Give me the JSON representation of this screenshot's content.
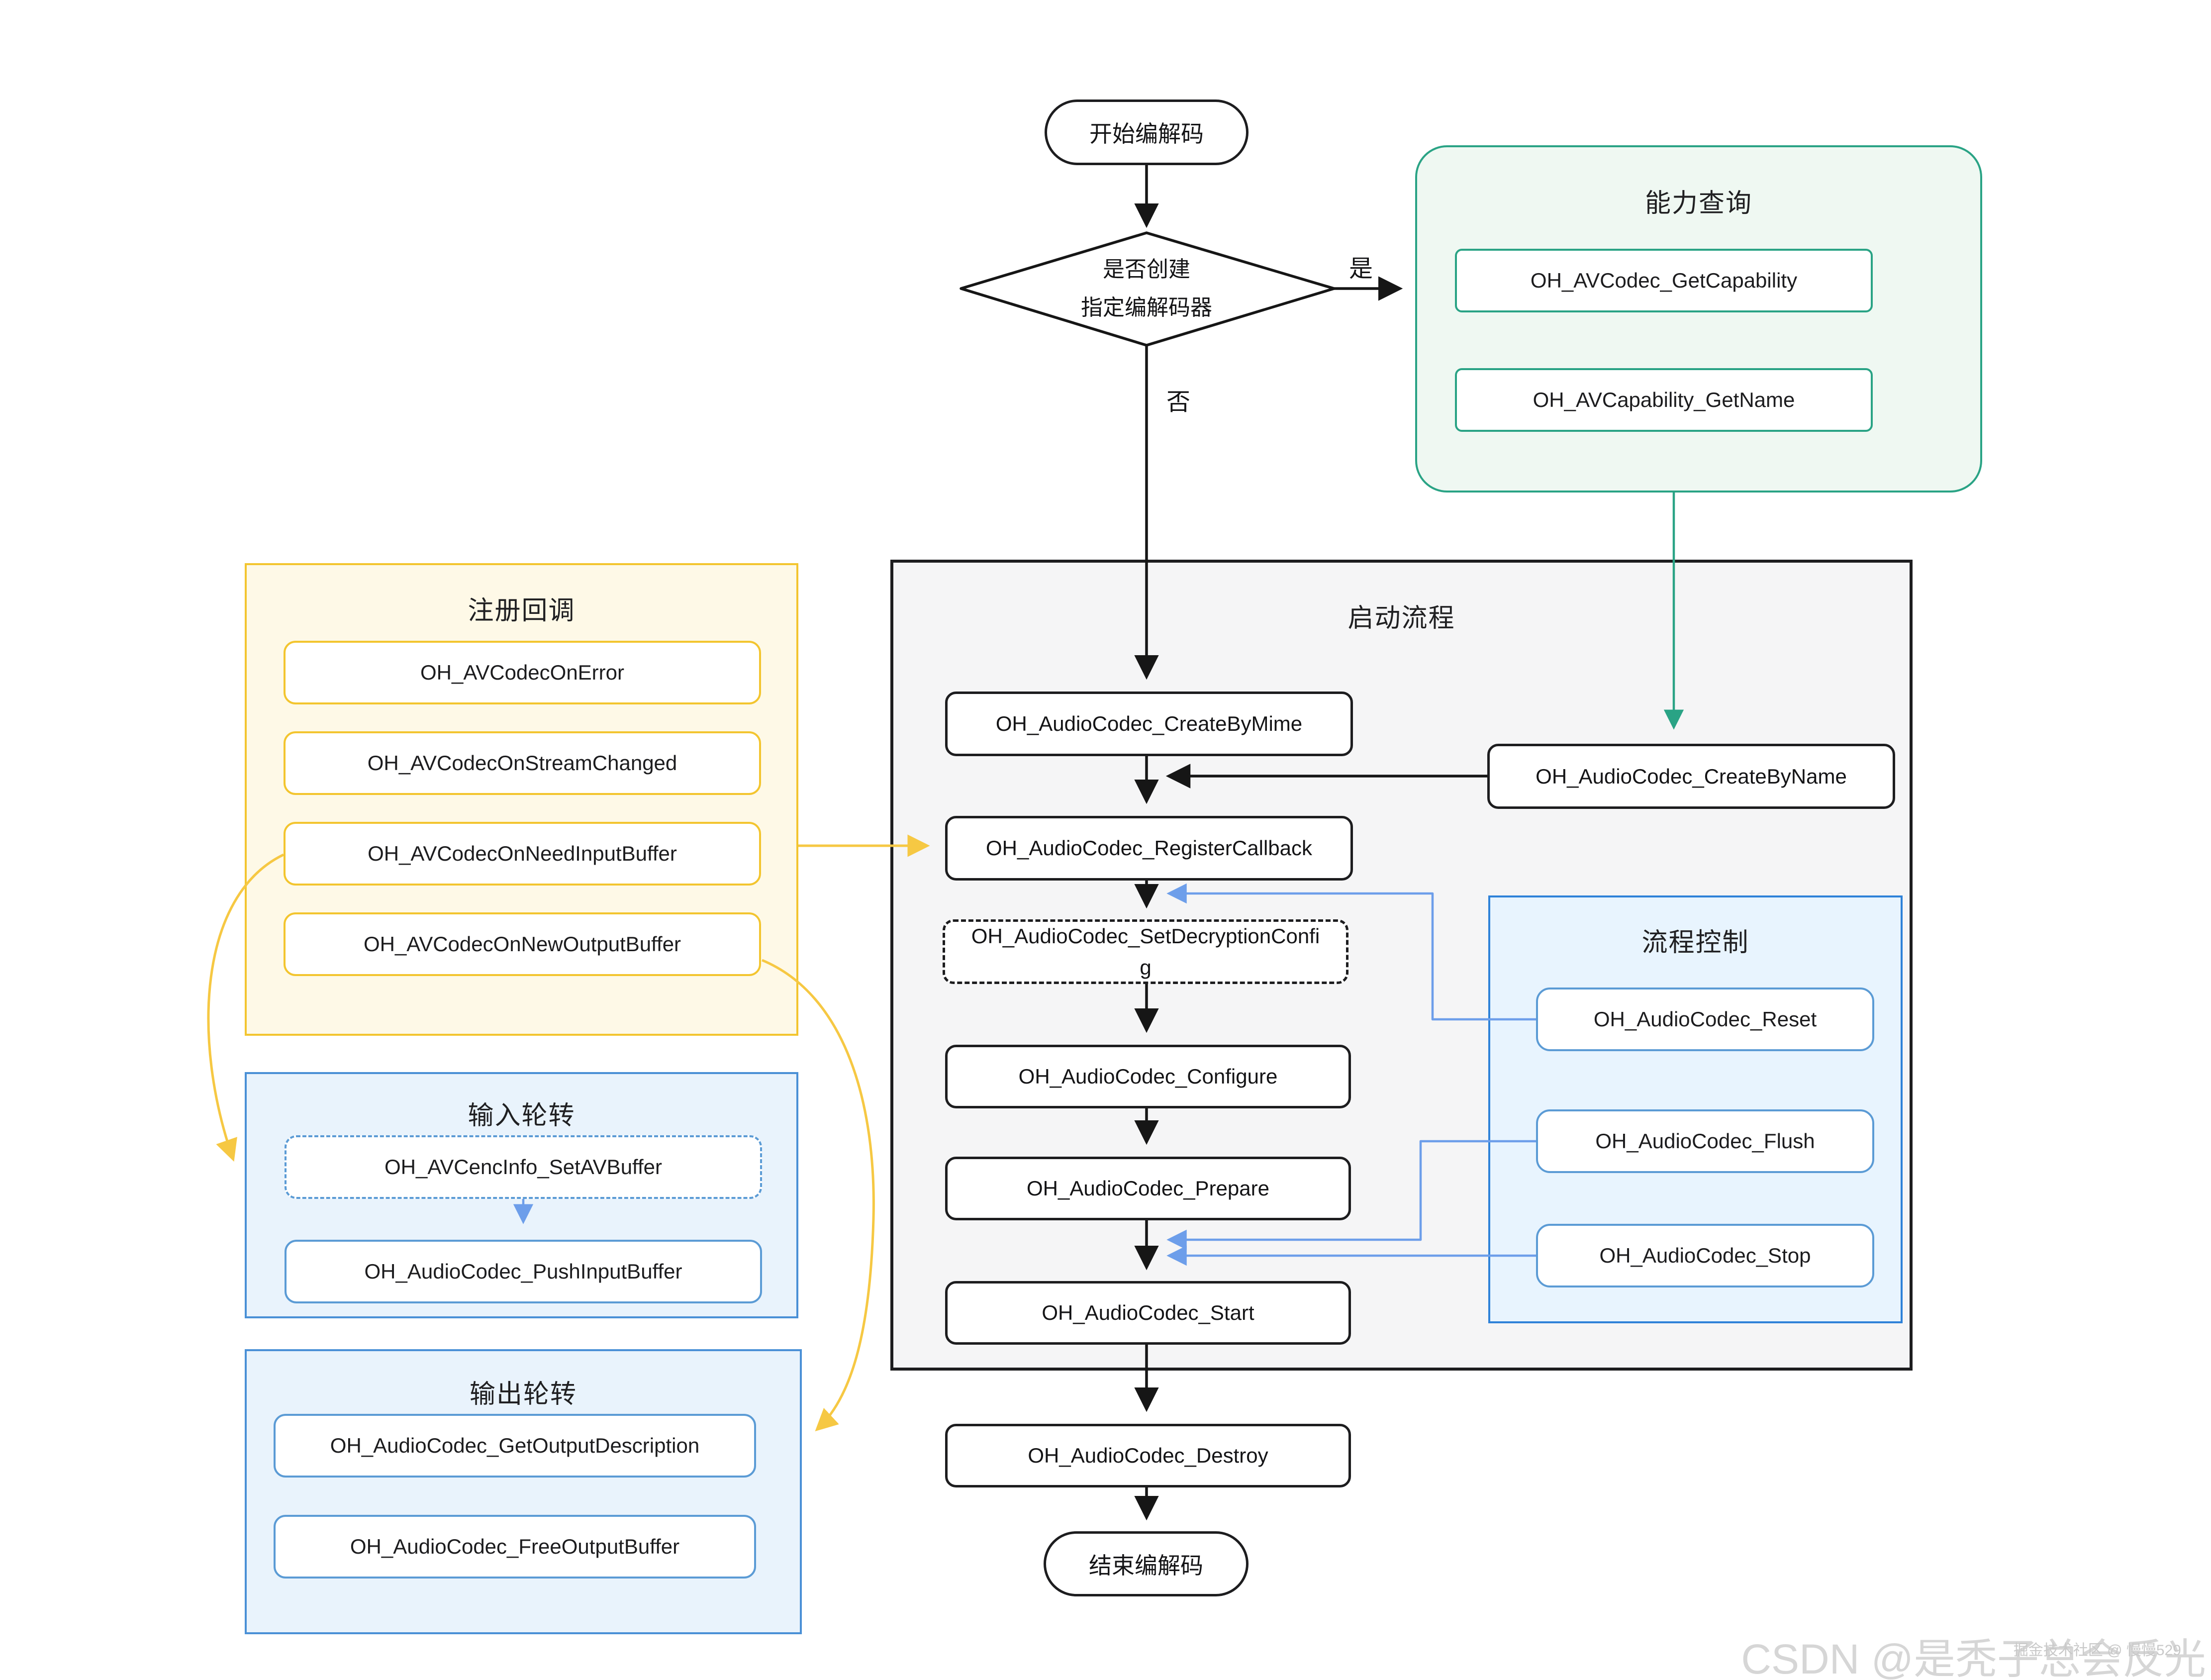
{
  "nodes": {
    "start": "开始编解码",
    "decision": "是否创建\n指定编解码器",
    "yes": "是",
    "no": "否",
    "create_by_mime": "OH_AudioCodec_CreateByMime",
    "create_by_name": "OH_AudioCodec_CreateByName",
    "register_callback": "OH_AudioCodec_RegisterCallback",
    "set_decryption_config": "OH_AudioCodec_SetDecryptionConfig",
    "configure": "OH_AudioCodec_Configure",
    "prepare": "OH_AudioCodec_Prepare",
    "start_codec": "OH_AudioCodec_Start",
    "destroy": "OH_AudioCodec_Destroy",
    "end": "结束编解码"
  },
  "panels": {
    "capability": {
      "title": "能力查询",
      "items": [
        "OH_AVCodec_GetCapability",
        "OH_AVCapability_GetName"
      ]
    },
    "callbacks": {
      "title": "注册回调",
      "items": [
        "OH_AVCodecOnError",
        "OH_AVCodecOnStreamChanged",
        "OH_AVCodecOnNeedInputBuffer",
        "OH_AVCodecOnNewOutputBuffer"
      ]
    },
    "input_rotation": {
      "title": "输入轮转",
      "items": [
        "OH_AVCencInfo_SetAVBuffer",
        "OH_AudioCodec_PushInputBuffer"
      ]
    },
    "output_rotation": {
      "title": "输出轮转",
      "items": [
        "OH_AudioCodec_GetOutputDescription",
        "OH_AudioCodec_FreeOutputBuffer"
      ]
    },
    "startup": {
      "title": "启动流程"
    },
    "flow_control": {
      "title": "流程控制",
      "items": [
        "OH_AudioCodec_Reset",
        "OH_AudioCodec_Flush",
        "OH_AudioCodec_Stop"
      ]
    }
  },
  "watermarks": {
    "csdn": "CSDN @是秃子总会反光",
    "juejin": "掘金技术社区 @ 慢慢529"
  },
  "colors": {
    "black_line": "#161616",
    "node_border": "#1d1d1f",
    "yellow": "#f3c52f",
    "yellow_arrow": "#f6c843",
    "yellow_fill": "#fef9e7",
    "green": "#2aa385",
    "green_fill": "#eff8f2",
    "blue": "#4a90d6",
    "blue_fill": "#e9f3fc",
    "control_blue": "#2f82d8",
    "control_fill": "#e8f4fe",
    "inner_blue": "#5b9bd5",
    "connector_blue": "#6d9eea",
    "gray_fill": "#f5f5f6",
    "watermark_gray": "#d6d6d6"
  }
}
